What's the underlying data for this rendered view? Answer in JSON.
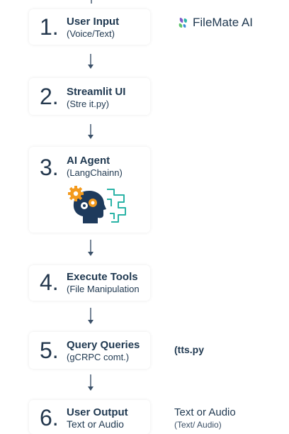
{
  "brand": {
    "name": "FileMate AI",
    "icon": "leaf-logo-icon"
  },
  "steps": [
    {
      "number": "1.",
      "title": "User Input",
      "subtitle": "(Voice/Text)"
    },
    {
      "number": "2.",
      "title": "Streamlit UI",
      "subtitle": "(Stre it.py)"
    },
    {
      "number": "3.",
      "title": "AI Agent",
      "subtitle": "(LangChainn)",
      "icon": "ai-brain-gears-icon"
    },
    {
      "number": "4.",
      "title": "Execute Tools",
      "subtitle": "(File Manipulation"
    },
    {
      "number": "5.",
      "title": "Query Queries",
      "subtitle": "(gCRPC comt.)"
    },
    {
      "number": "6.",
      "title": "User Output",
      "subtitle": "Text or Audio"
    }
  ],
  "side_notes": {
    "step5": "(tts.py",
    "step6_title": "Text or Audio",
    "step6_sub": "(Text/ Audio)"
  },
  "colors": {
    "text": "#1f3850",
    "accent_teal": "#2ab3a6",
    "accent_orange": "#f39a1e",
    "navy": "#1e3a5c"
  }
}
